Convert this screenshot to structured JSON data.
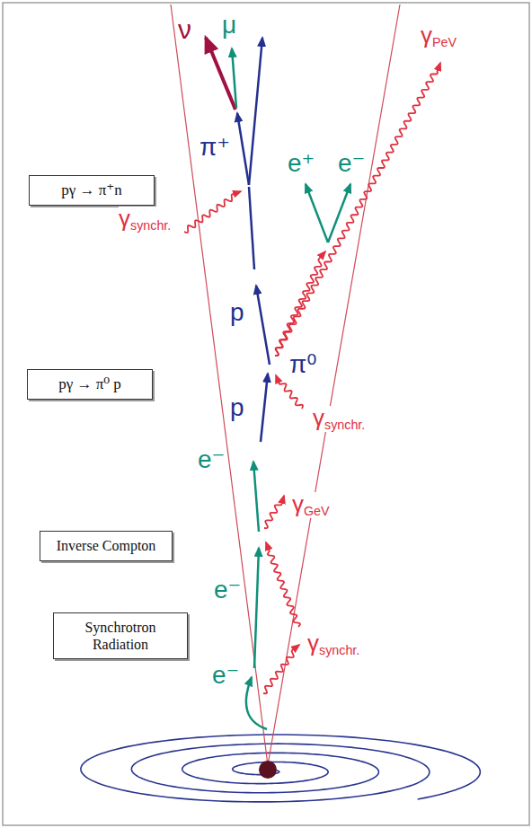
{
  "diagram": {
    "nodes": [
      {
        "text": [
          "pγ → π⁺n"
        ]
      },
      {
        "text": [
          "pγ → π⁰ p"
        ]
      },
      {
        "text": [
          "Inverse Compton"
        ]
      },
      {
        "text": [
          "Synchrotron Radiation"
        ]
      }
    ],
    "labels": [
      "ν",
      "μ",
      "π⁺",
      "γsynchr.",
      "e⁺",
      "e⁻",
      "γPeV",
      "p",
      "π⁰",
      "γsynchr.",
      "p",
      "e⁻",
      "γGeV",
      "e⁻",
      "e⁻",
      "γsynchr."
    ]
  }
}
